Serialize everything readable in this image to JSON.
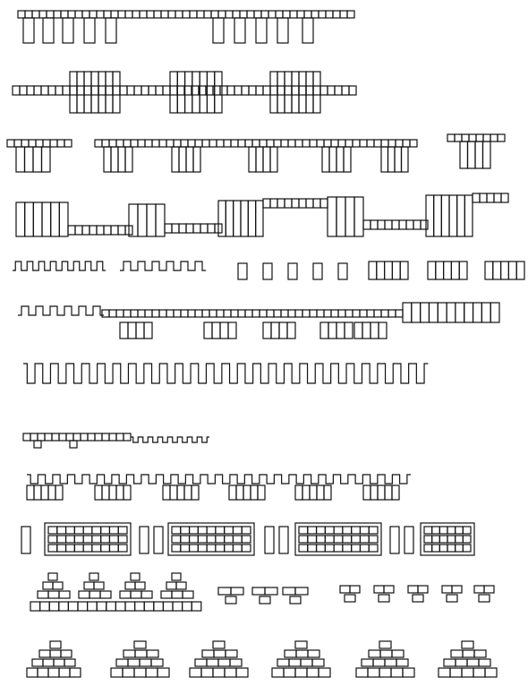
{
  "figure": {
    "kind": "line-drawing",
    "description_visible_text": "",
    "rows": [
      {
        "id": "row-1",
        "motif": "strip-with-hanging-pendants"
      },
      {
        "id": "row-2",
        "motif": "strip-with-large-blocks"
      },
      {
        "id": "row-3",
        "motif": "ledge-with-hanging-blocks"
      },
      {
        "id": "row-4",
        "motif": "blocks-joined-by-stepped-strip"
      },
      {
        "id": "row-5",
        "motif": "crenellations-bars-and-blocks"
      },
      {
        "id": "row-6",
        "motif": "strip-with-blocks-below"
      },
      {
        "id": "row-7",
        "motif": "meander-wave"
      },
      {
        "id": "row-8",
        "motif": "small-meander"
      },
      {
        "id": "row-9",
        "motif": "meander-over-block-row"
      },
      {
        "id": "row-10",
        "motif": "bars-and-brick-panels"
      },
      {
        "id": "row-11",
        "motif": "stacked-pyramids-and-small-stacks"
      },
      {
        "id": "row-12",
        "motif": "brick-pyramids"
      }
    ]
  }
}
